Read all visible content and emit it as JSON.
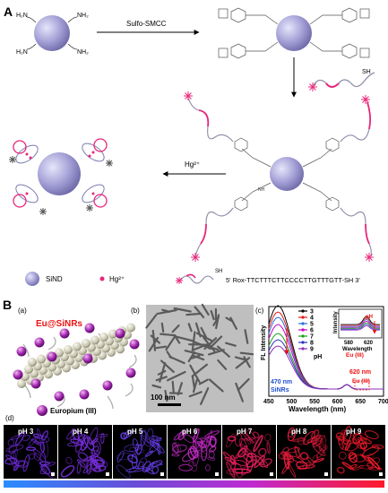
{
  "panel_a": {
    "letter": "A",
    "nh2_labels": [
      "H₂N",
      "NH₂",
      "H₂N",
      "NH₂"
    ],
    "reagent": "Sulfo-SMCC",
    "probe_sh": "SH",
    "hg_reagent": "Hg²⁺",
    "nh_label": "NH",
    "legend": {
      "sind": "SiND",
      "hg": "Hg²⁺",
      "sh": "SH",
      "sequence": "5' Rox-TTCTTTCTTCCCCTTGTTTGTT-SH 3'"
    }
  },
  "panel_b": {
    "letter": "B",
    "a": {
      "tag": "(a)",
      "title": "Eu@SiNRs",
      "europium": "Europium (III)"
    },
    "b": {
      "tag": "(b)",
      "scale": "100 nm"
    },
    "c": {
      "tag": "(c)",
      "ph_values": [
        "3",
        "4",
        "5",
        "6",
        "7",
        "8",
        "9"
      ],
      "ph_label": "pH",
      "colors": [
        "#000000",
        "#e41a1c",
        "#2a6fdb",
        "#c400c4",
        "#18a018",
        "#3030c0",
        "#8e2fbf"
      ],
      "xlabel": "Wavelength (nm)",
      "ylabel": "FL Intensity",
      "xticks": [
        "450",
        "500",
        "550",
        "600",
        "650",
        "700"
      ],
      "peak_470": "470 nm",
      "sinrs": "SiNRs",
      "peak_620": "620 nm",
      "eu": "Eu (III)",
      "inset": {
        "ylabel": "Intensity",
        "xlabel": "Wavelength",
        "xticks": [
          "580",
          "620"
        ],
        "ph": "pH",
        "eu": "Eu (III)"
      }
    },
    "d": {
      "tag": "(d)",
      "panels": [
        "pH 3",
        "pH 4",
        "pH 5",
        "pH 6",
        "pH 7",
        "pH 8",
        "pH 9"
      ],
      "colors": [
        "#6a2ad0",
        "#7a2ee0",
        "#6a3ff0",
        "#c52bc8",
        "#ee1f5f",
        "#e71c3c",
        "#f01a2a"
      ]
    }
  }
}
